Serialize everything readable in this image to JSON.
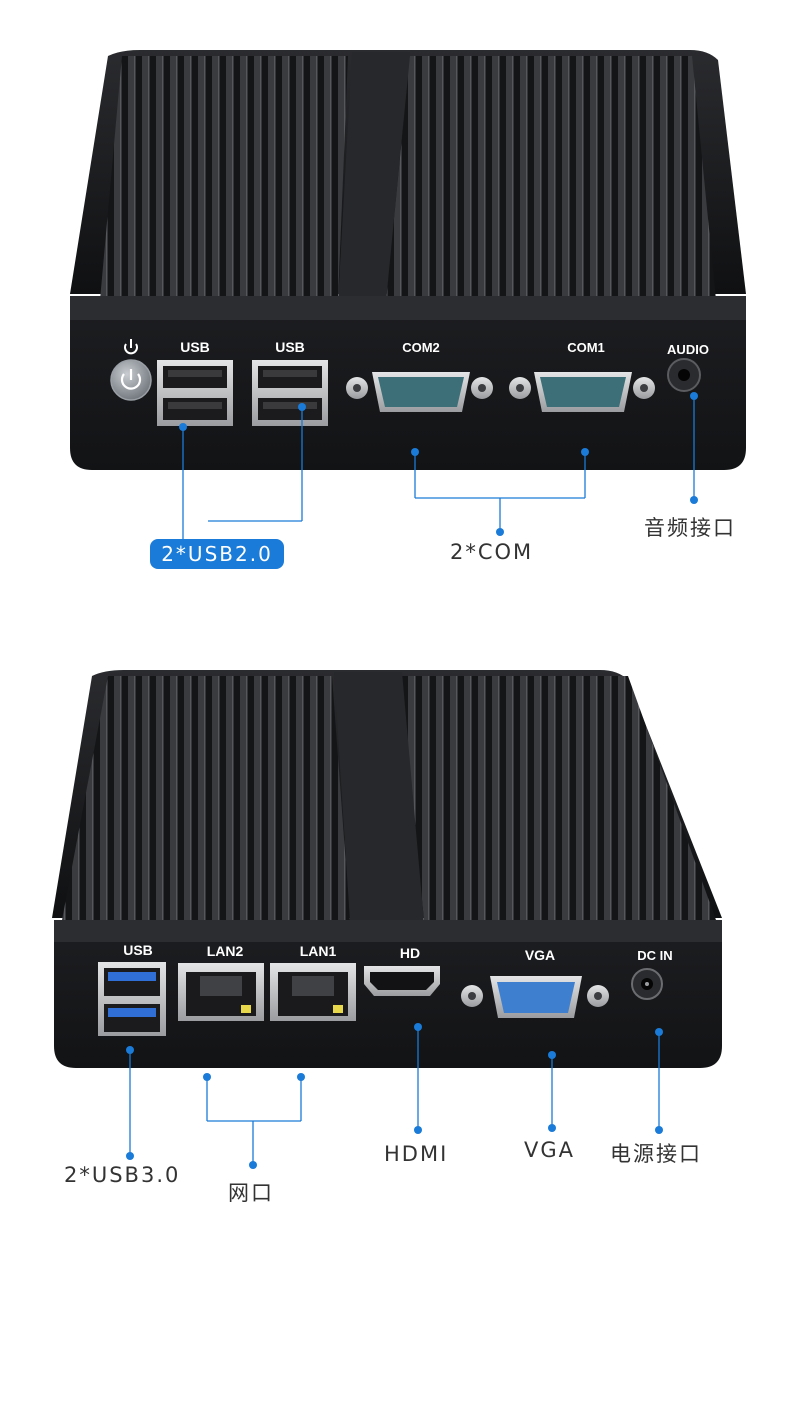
{
  "photo1": {
    "engraving": {
      "usb_a": "USB",
      "usb_b": "USB",
      "com2": "COM2",
      "com1": "COM1",
      "audio": "AUDIO"
    },
    "callouts": {
      "usb2": "2*USB2.0",
      "com": "2*COM",
      "audio": "音频接口"
    }
  },
  "photo2": {
    "engraving": {
      "usb": "USB",
      "lan2": "LAN2",
      "lan1": "LAN1",
      "hd": "HD",
      "vga": "VGA",
      "dcin": "DC IN"
    },
    "callouts": {
      "usb3": "2*USB3.0",
      "lan": "网口",
      "hdmi": "HDMI",
      "vga": "VGA",
      "power": "电源接口"
    }
  },
  "colors": {
    "accent": "#1a7bd8",
    "chassis": "#1b1c1e",
    "usb3_blue": "#2f6fd6",
    "vga_blue": "#3f7fd0"
  }
}
